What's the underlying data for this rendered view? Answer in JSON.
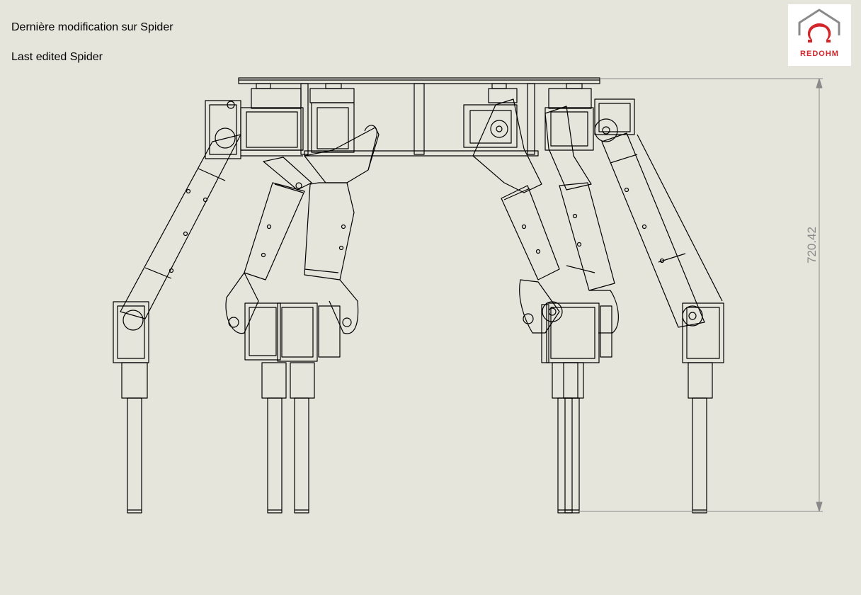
{
  "caption": {
    "line_fr": "Dernière modification sur Spider",
    "line_en": "Last edited Spider"
  },
  "logo": {
    "text": "REDOHM",
    "icon": "omega-house-icon",
    "color": "#d3262b"
  },
  "dimension": {
    "value": "720.42",
    "color": "#8a8a8a"
  },
  "colors": {
    "background": "#e6e5dc",
    "line": "#000000"
  }
}
